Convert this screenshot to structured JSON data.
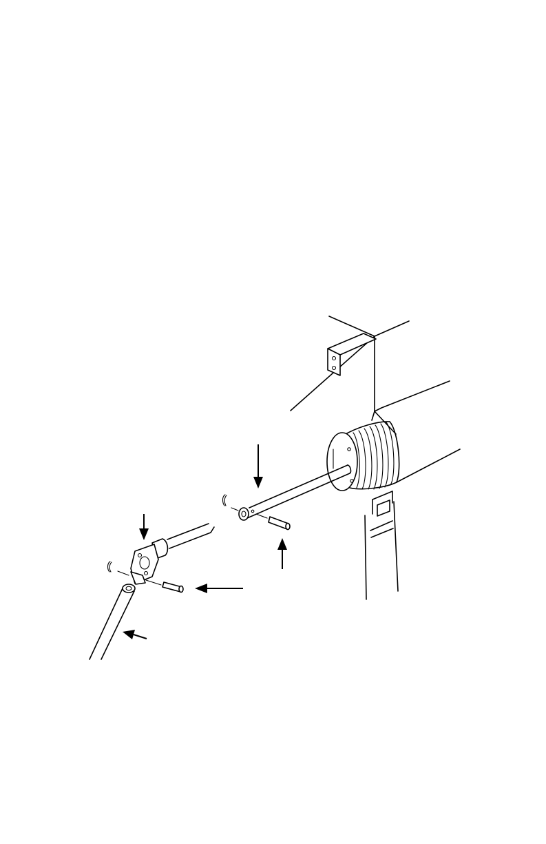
{
  "page": {
    "background_color": "#ffffff",
    "line_color": "#000000"
  },
  "figure": {
    "parts": [
      "mounting-bracket",
      "motor-housing",
      "roller-drum",
      "hanging-strap",
      "drive-shaft",
      "shaft-coupler",
      "universal-joint",
      "crank-rod",
      "cotter-pin-upper",
      "cotter-pin-lower",
      "clevis-pin-upper",
      "clevis-pin-lower"
    ],
    "callout_arrows": [
      {
        "id": "arrow-shaft-coupler",
        "direction": "down"
      },
      {
        "id": "arrow-universal-joint",
        "direction": "down"
      },
      {
        "id": "arrow-clevis-pin-upper",
        "direction": "up"
      },
      {
        "id": "arrow-clevis-pin-lower",
        "direction": "left"
      },
      {
        "id": "arrow-crank-rod",
        "direction": "left"
      }
    ]
  }
}
